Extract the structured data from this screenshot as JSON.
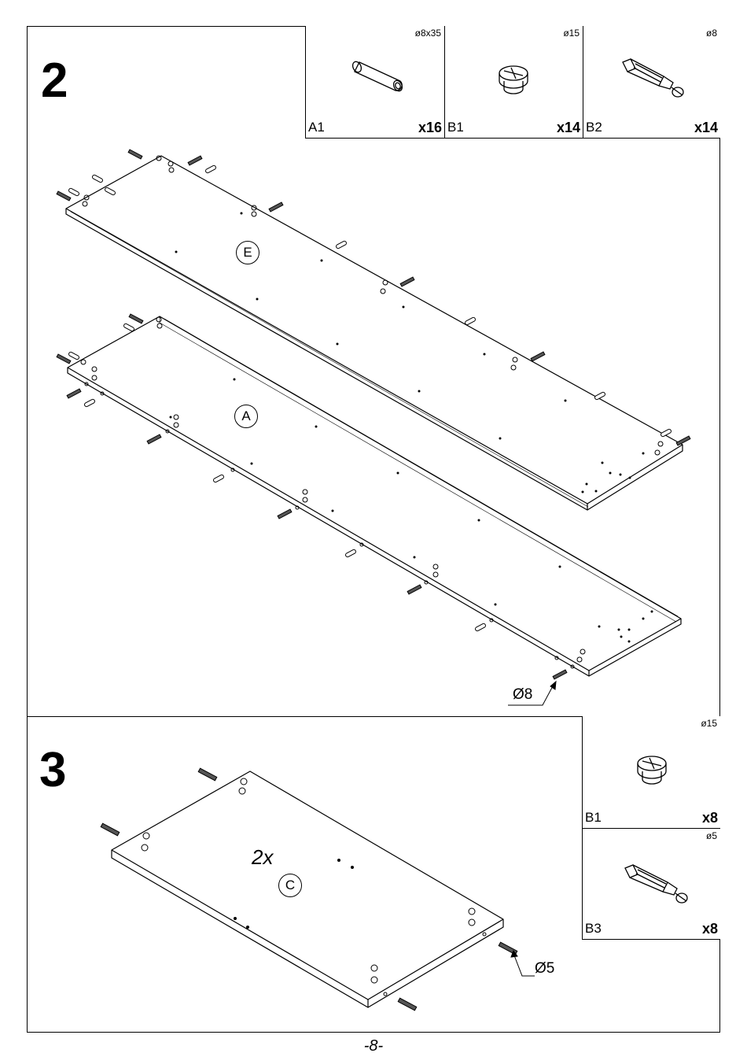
{
  "step2": {
    "number": "2",
    "parts": [
      {
        "code": "A1",
        "dim": "ø8x35",
        "qty": "x16",
        "icon": "wooden-dowel-icon"
      },
      {
        "code": "B1",
        "dim": "ø15",
        "qty": "x14",
        "icon": "cam-lock-icon"
      },
      {
        "code": "B2",
        "dim": "ø8",
        "qty": "x14",
        "icon": "cam-bolt-icon"
      }
    ],
    "panel_upper": "E",
    "panel_lower": "A",
    "hole_callout": "Ø8"
  },
  "step3": {
    "number": "3",
    "parts": [
      {
        "code": "B1",
        "dim": "ø15",
        "qty": "x8",
        "icon": "cam-lock-icon"
      },
      {
        "code": "B3",
        "dim": "ø5",
        "qty": "x8",
        "icon": "cam-bolt-icon"
      }
    ],
    "multiplier": "2x",
    "panel": "C",
    "hole_callout": "Ø5"
  },
  "page_number": "-8-"
}
